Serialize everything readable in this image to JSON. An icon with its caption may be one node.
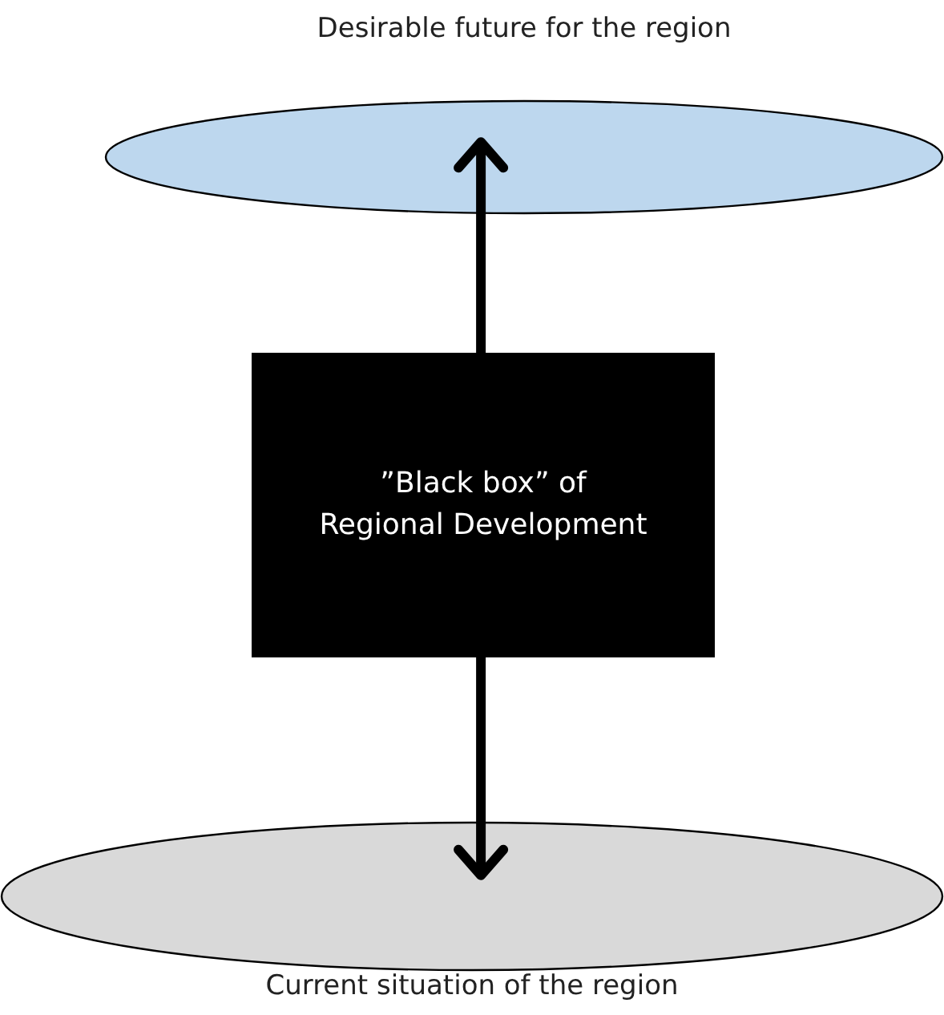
{
  "diagram": {
    "nodes": [
      {
        "text": [
          "Desirable future for the region"
        ]
      },
      {
        "text": [
          "”Black box” of Regional Development"
        ]
      },
      {
        "text": [
          "Current situation of the region"
        ]
      }
    ],
    "edges": [
      {
        "from": 1,
        "to": 0,
        "arrow": "to"
      },
      {
        "from": 1,
        "to": 2,
        "arrow": "to"
      }
    ]
  }
}
